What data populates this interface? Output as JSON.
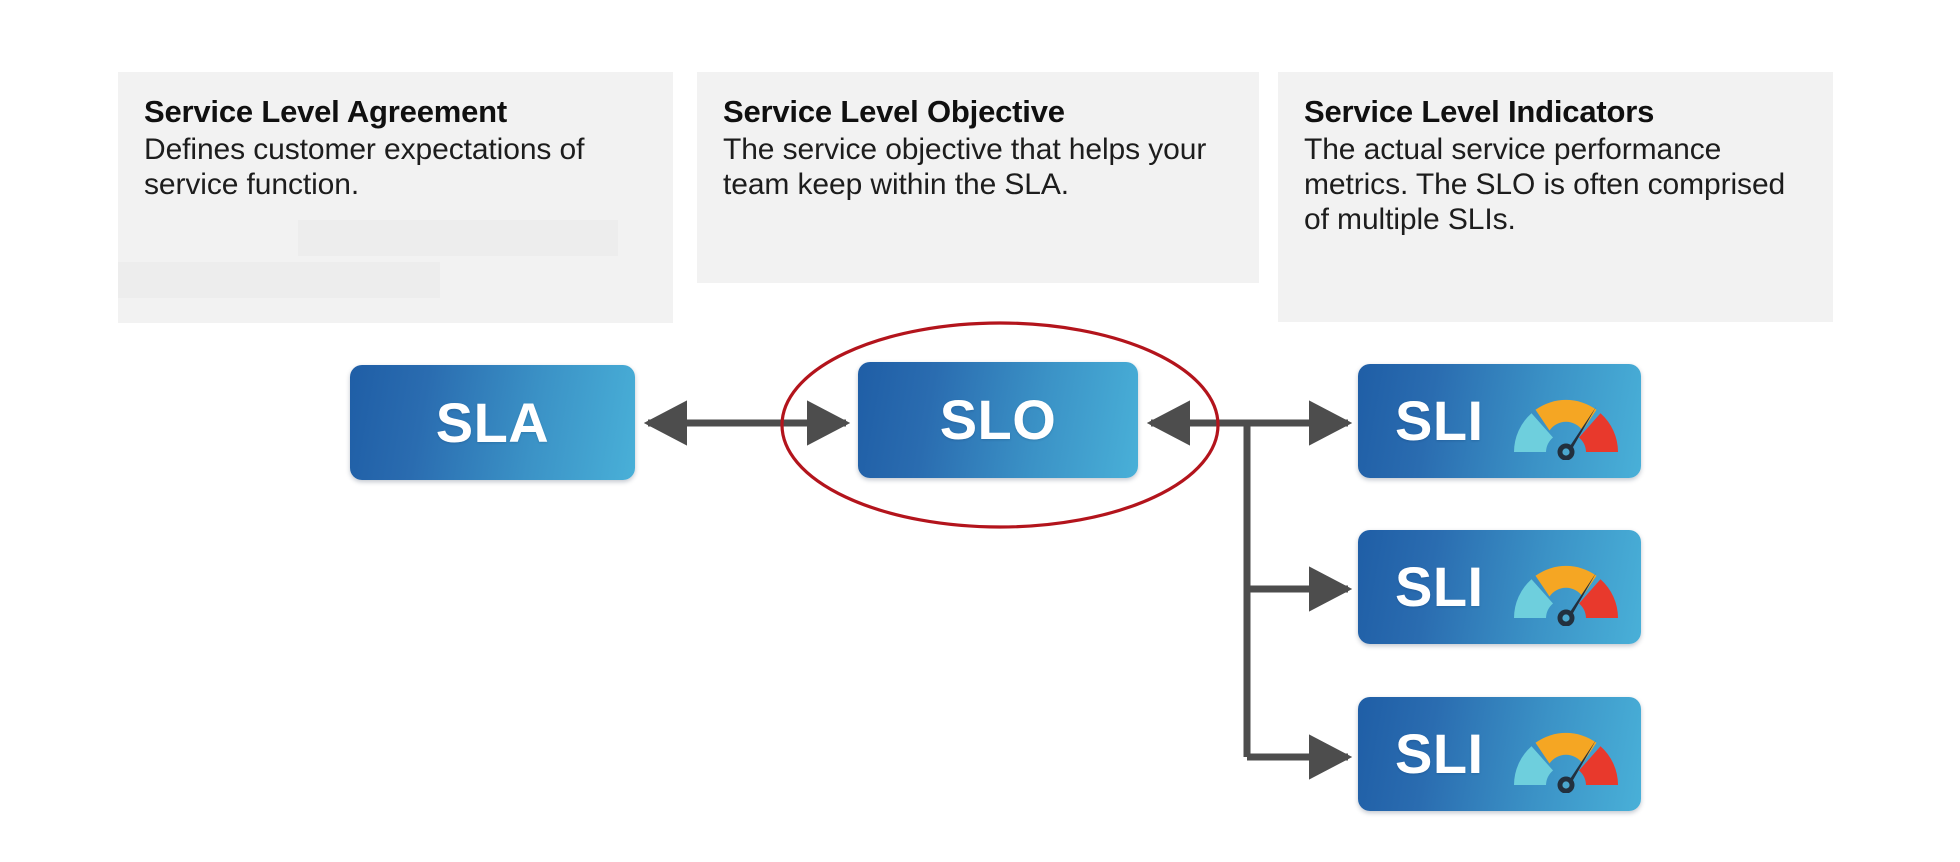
{
  "diagram": {
    "title": "SLA / SLO / SLI relationship diagram",
    "background_color": "#ffffff",
    "cards": [
      {
        "id": "sla",
        "title": "Service Level Agreement",
        "body": "Defines customer expectations of service function.",
        "body_lines": [
          "Defines customer",
          "expectations of service",
          "function."
        ],
        "has_redactions": true,
        "redaction_count": 2,
        "background_color": "#f2f2f2",
        "redaction_color": "#ededed"
      },
      {
        "id": "slo",
        "title": "Service Level Objective",
        "body": "The service objective that helps your team keep within the SLA.",
        "body_lines": [
          "The service objective that",
          "helps your team keep within",
          "the SLA."
        ],
        "has_redactions": false,
        "redaction_count": 0,
        "background_color": "#f2f2f2",
        "redaction_color": "#ededed"
      },
      {
        "id": "sli",
        "title": "Service Level Indicators",
        "body": "The actual service performance metrics. The SLO is often comprised of multiple SLIs.",
        "body_lines": [
          "The actual service",
          "performance metrics. The",
          "SLO is often comprised of",
          "multiple SLIs."
        ],
        "has_redactions": false,
        "redaction_count": 0,
        "background_color": "#f2f2f2",
        "redaction_color": "#ededed"
      }
    ],
    "nodes": {
      "sla": {
        "label": "SLA",
        "gradient_from": "#1f5ea6",
        "gradient_to": "#49b0d8",
        "text_color": "#ffffff",
        "has_gauge": false
      },
      "slo": {
        "label": "SLO",
        "gradient_from": "#1f5ea6",
        "gradient_to": "#49b0d8",
        "text_color": "#ffffff",
        "has_gauge": false,
        "highlighted": true
      },
      "sli_items": [
        {
          "label": "SLI",
          "gradient_from": "#1f5ea6",
          "gradient_to": "#49b0d8",
          "text_color": "#ffffff",
          "has_gauge": true
        },
        {
          "label": "SLI",
          "gradient_from": "#1f5ea6",
          "gradient_to": "#49b0d8",
          "text_color": "#ffffff",
          "has_gauge": true
        },
        {
          "label": "SLI",
          "gradient_from": "#1f5ea6",
          "gradient_to": "#49b0d8",
          "text_color": "#ffffff",
          "has_gauge": true
        }
      ]
    },
    "gauge": {
      "name": "speedometer-gauge",
      "segment_colors": [
        "#6ecfdd",
        "#f5a623",
        "#e8392c"
      ],
      "segment_labels": [
        "low",
        "medium",
        "high"
      ],
      "needle_color": "#22303e",
      "needle_points_to": "medium-high"
    },
    "highlight": {
      "shape": "ellipse",
      "target": "SLO",
      "stroke_color": "#b3141c",
      "stroke_width": 3
    },
    "connectors": {
      "color": "#4d4d4d",
      "stroke_width": 7,
      "items": [
        {
          "from": "SLA",
          "to": "SLO",
          "style": "double-headed-arrow"
        },
        {
          "from": "SLO",
          "to": "SLI 1",
          "style": "arrow"
        },
        {
          "from": "SLO",
          "to": "SLI 2",
          "style": "branch-arrow"
        },
        {
          "from": "SLO",
          "to": "SLI 3",
          "style": "branch-arrow"
        }
      ]
    }
  }
}
